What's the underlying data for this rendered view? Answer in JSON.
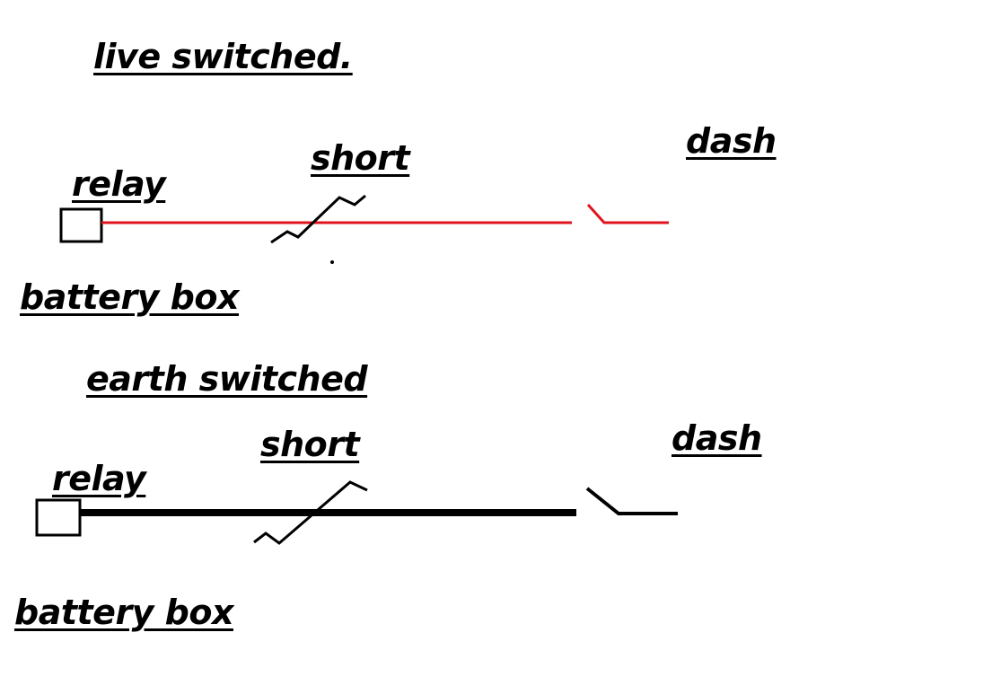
{
  "colors": {
    "live_wire": "#e0141e",
    "earth_wire": "#000000",
    "text": "#000000",
    "background": "#ffffff"
  },
  "live_section": {
    "title": "live switched.",
    "relay_label": "relay",
    "short_label": "short",
    "dash_label": "dash",
    "battery_box_label": "battery box"
  },
  "earth_section": {
    "title": "earth switched",
    "relay_label": "relay",
    "short_label": "short",
    "dash_label": "dash",
    "battery_box_label": "battery box"
  }
}
